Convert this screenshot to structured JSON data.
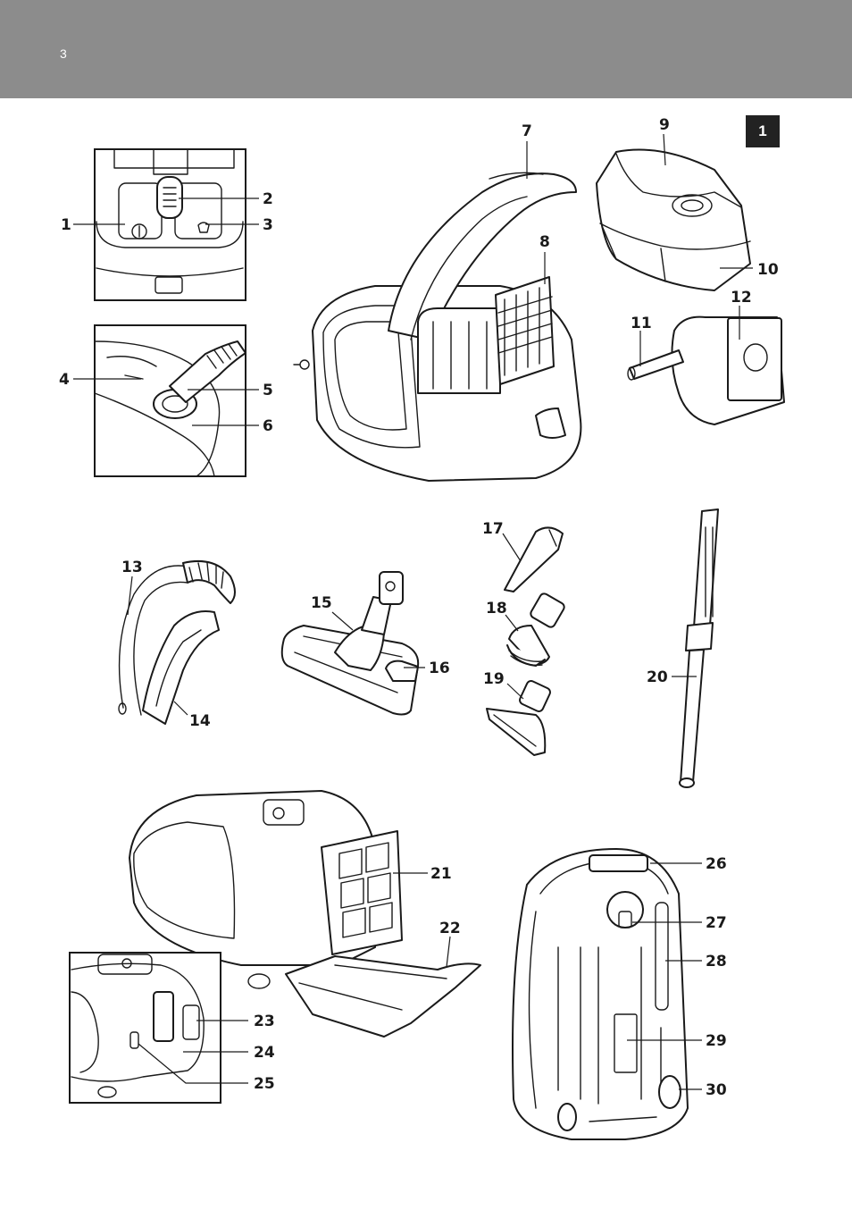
{
  "header": {
    "page_number": "3",
    "section_tab": "1"
  },
  "callouts": {
    "c1": "1",
    "c2": "2",
    "c3": "3",
    "c4": "4",
    "c5": "5",
    "c6": "6",
    "c7": "7",
    "c8": "8",
    "c9": "9",
    "c10": "10",
    "c11": "11",
    "c12": "12",
    "c13": "13",
    "c14": "14",
    "c15": "15",
    "c16": "16",
    "c17": "17",
    "c18": "18",
    "c19": "19",
    "c20": "20",
    "c21": "21",
    "c22": "22",
    "c23": "23",
    "c24": "24",
    "c25": "25",
    "c26": "26",
    "c27": "27",
    "c28": "28",
    "c29": "29",
    "c30": "30"
  }
}
